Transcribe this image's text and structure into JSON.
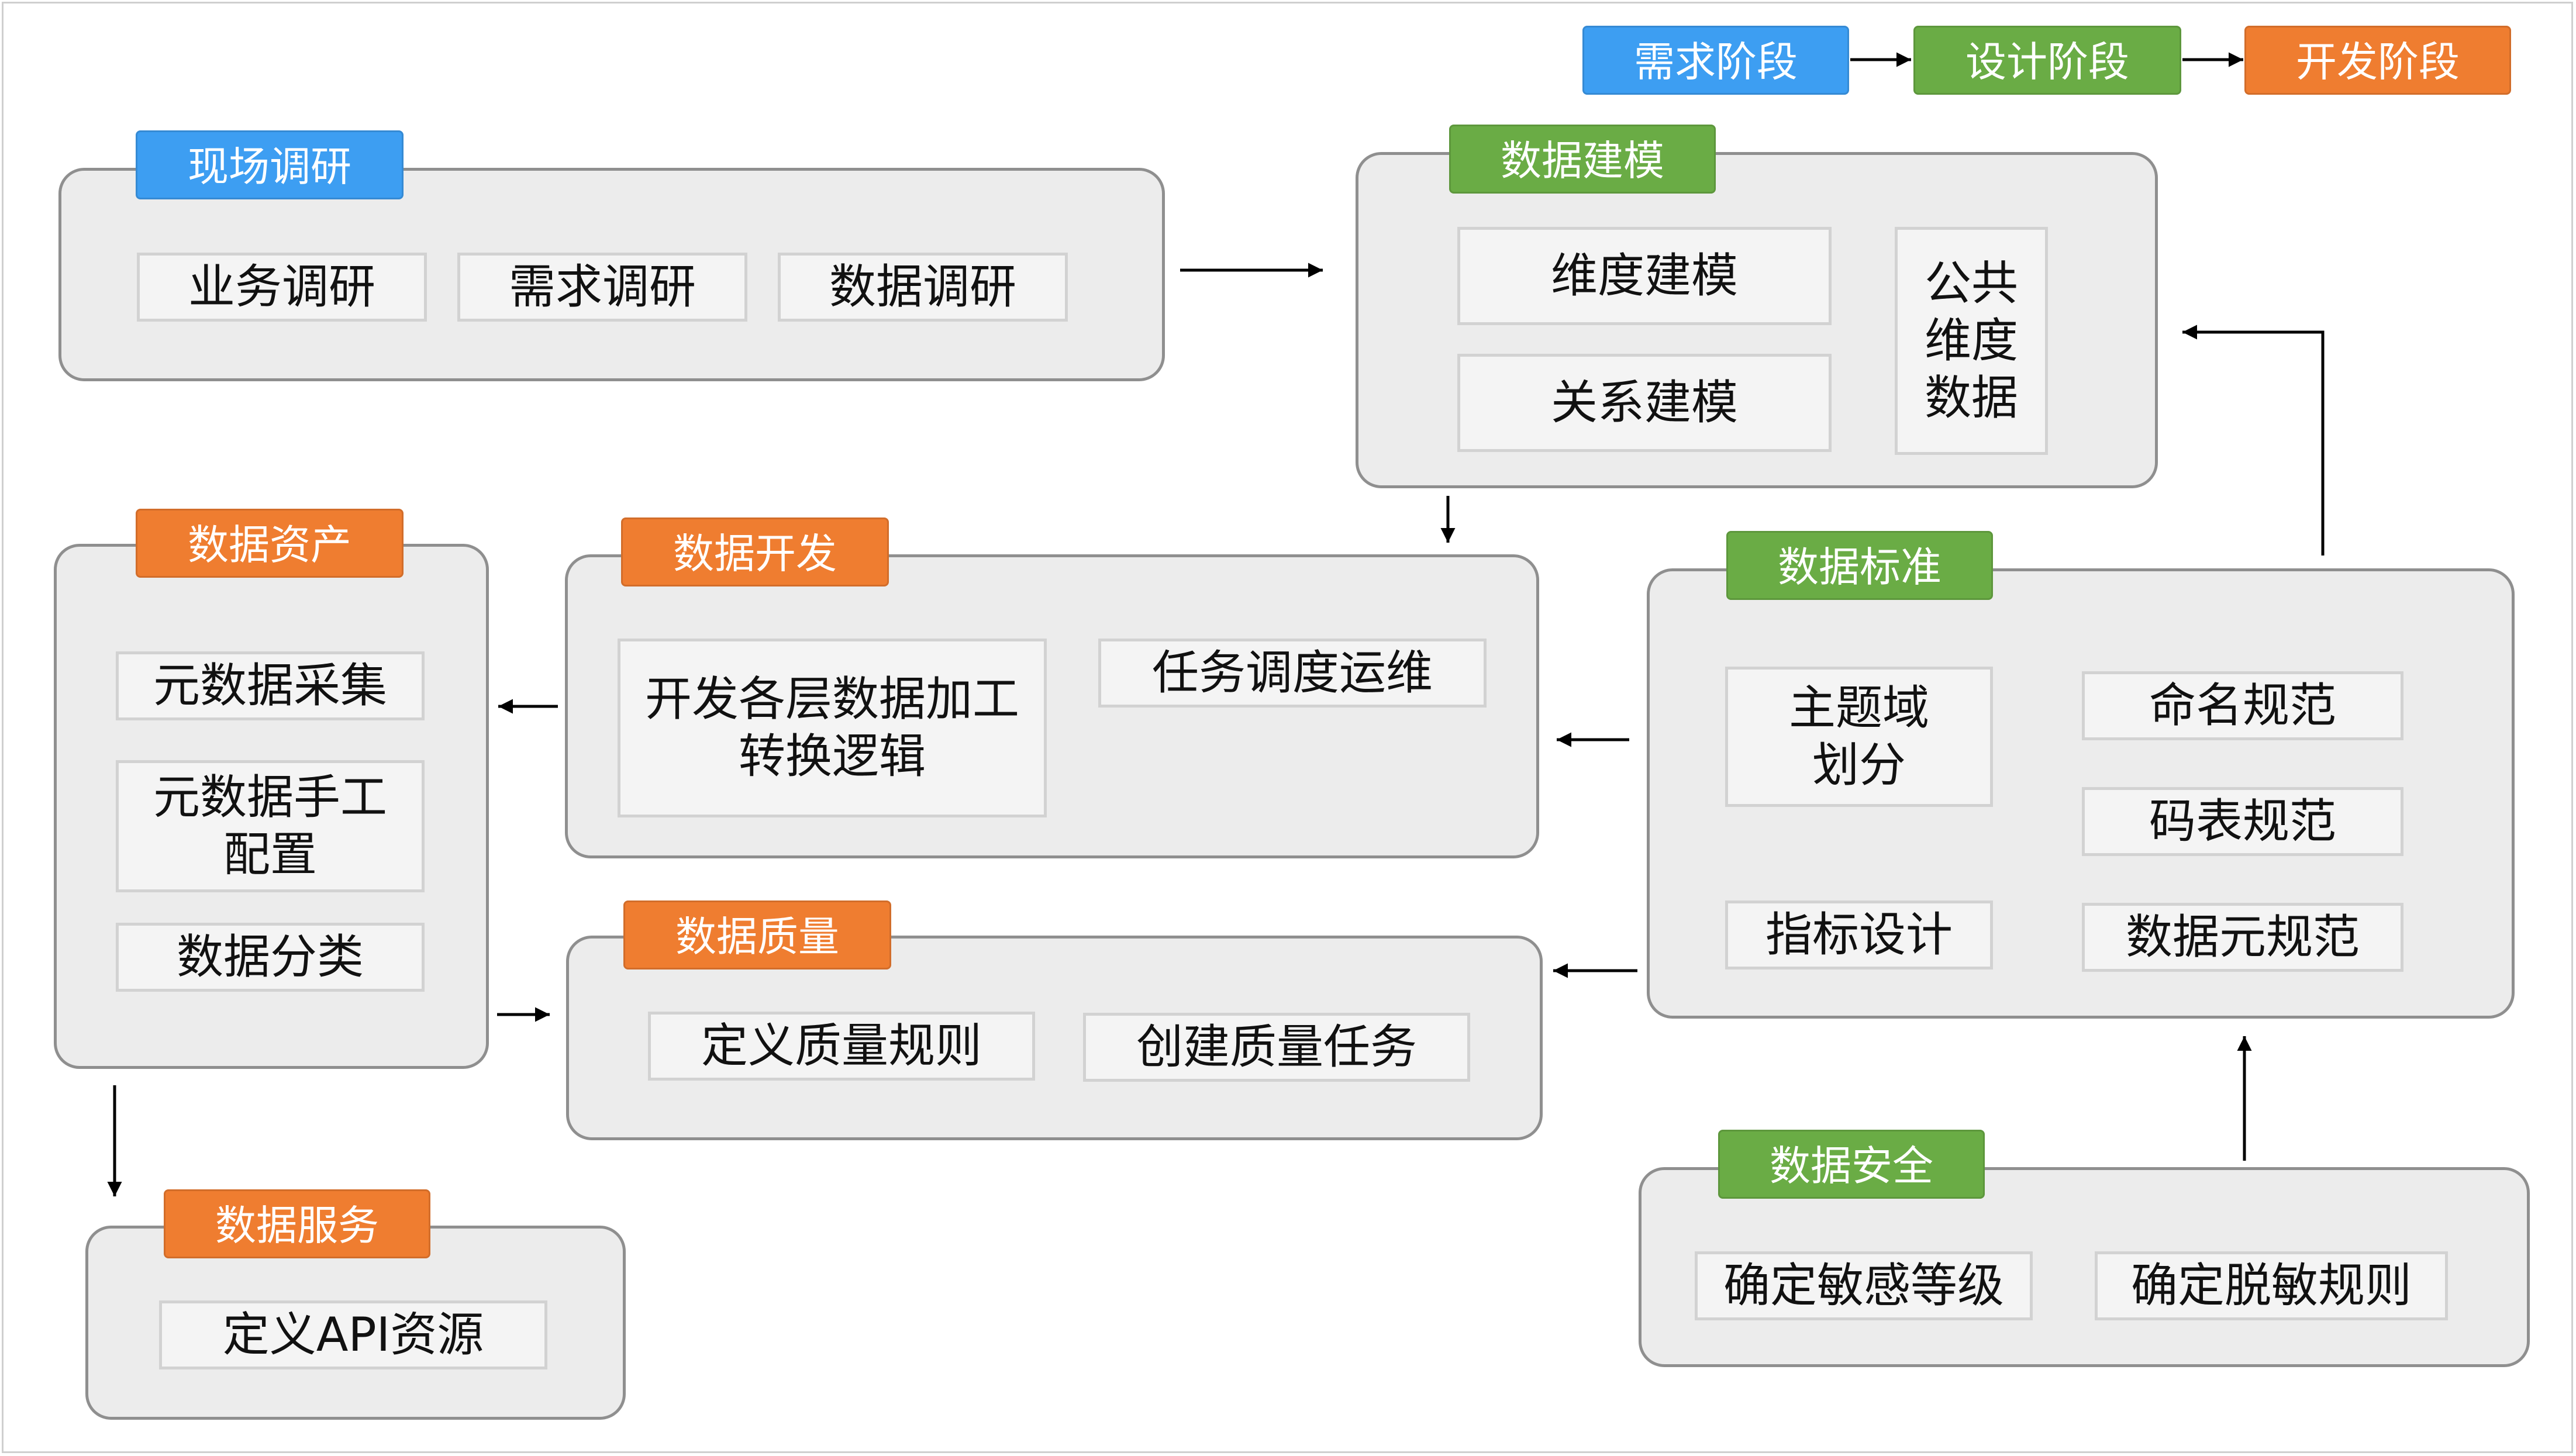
{
  "legend": [
    "需求阶段",
    "设计阶段",
    "开发阶段"
  ],
  "groups": {
    "survey": {
      "title": "现场调研",
      "items": [
        "业务调研",
        "需求调研",
        "数据调研"
      ]
    },
    "modeling": {
      "title": "数据建模",
      "items": [
        "维度建模",
        "关系建模",
        "公共\n维度\n数据"
      ]
    },
    "assets": {
      "title": "数据资产",
      "items": [
        "元数据采集",
        "元数据手工\n配置",
        "数据分类"
      ]
    },
    "dev": {
      "title": "数据开发",
      "items": [
        "开发各层数据加工\n转换逻辑",
        "任务调度运维"
      ]
    },
    "standard": {
      "title": "数据标准",
      "items": [
        "主题域\n划分",
        "命名规范",
        "码表规范",
        "指标设计",
        "数据元规范"
      ]
    },
    "quality": {
      "title": "数据质量",
      "items": [
        "定义质量规则",
        "创建质量任务"
      ]
    },
    "service": {
      "title": "数据服务",
      "items": [
        "定义API资源"
      ]
    },
    "security": {
      "title": "数据安全",
      "items": [
        "确定敏感等级",
        "确定脱敏规则"
      ]
    }
  },
  "colors": {
    "requirement_stage": "#3d9ef2",
    "design_stage": "#6aac45",
    "development_stage": "#ef7d30",
    "group_fill": "#ececec",
    "item_fill": "#f4f4f4"
  }
}
